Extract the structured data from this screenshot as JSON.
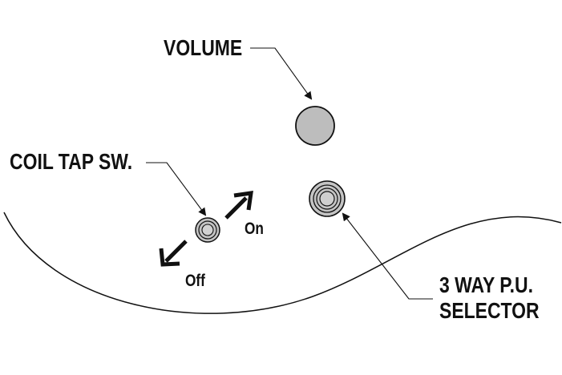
{
  "labels": {
    "volume": "VOLUME",
    "coil_tap": "COIL TAP SW.",
    "selector_line1": "3 WAY P.U.",
    "selector_line2": "SELECTOR",
    "on": "On",
    "off": "Off"
  },
  "colors": {
    "ink": "#111111",
    "knob_fill": "#bdbdbd",
    "switch_fill": "#c4c4c4",
    "background": "#ffffff"
  },
  "icons": {
    "volume_knob": "circle-knob",
    "selector_switch": "concentric-circle-switch",
    "coil_tap_switch": "concentric-circle-switch",
    "on_arrow": "arrow-up-right",
    "off_arrow": "arrow-down-left"
  }
}
